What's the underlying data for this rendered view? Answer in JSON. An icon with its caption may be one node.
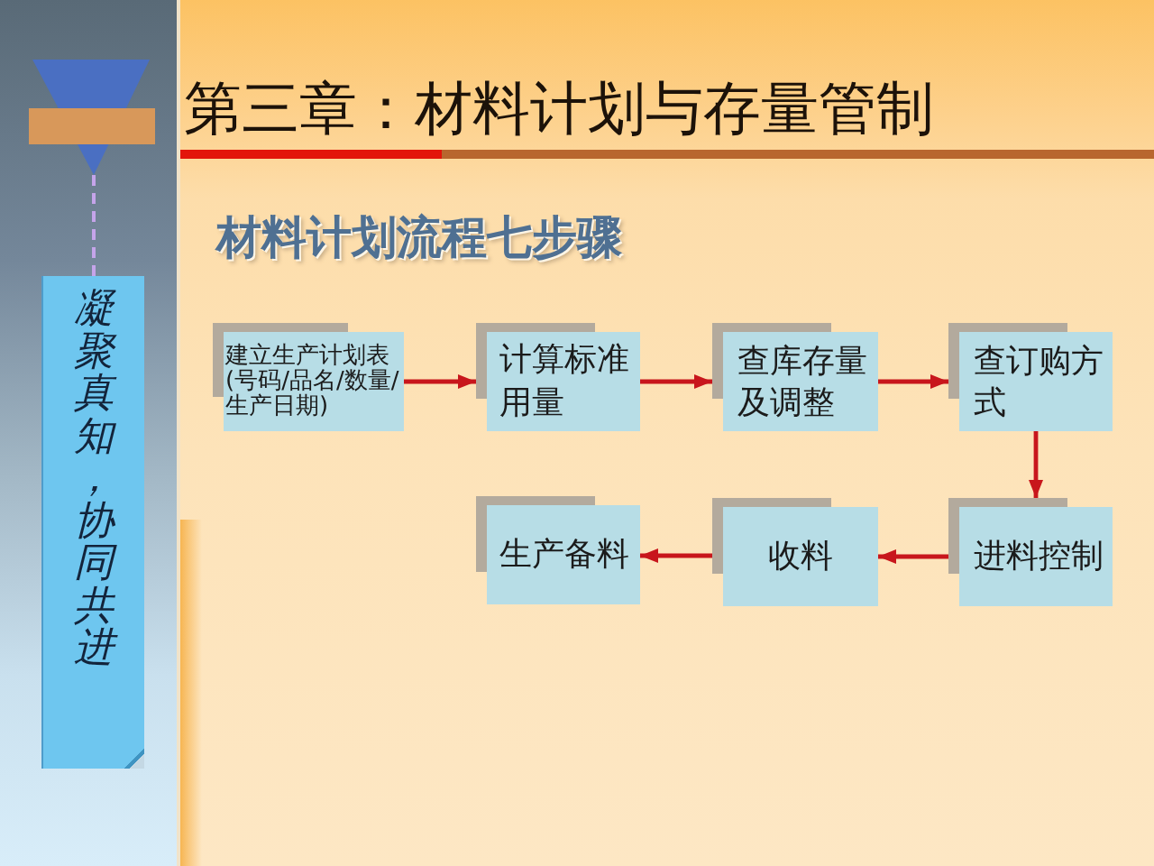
{
  "diagram": {
    "title": "第三章：材料计划与存量管制",
    "nodes": [
      {
        "text": [
          "凝聚真知，协同共进"
        ]
      },
      {
        "text": [
          "建立生产计划表(号码/品名/数量/生产日期)"
        ]
      },
      {
        "text": [
          "计算标准用量"
        ]
      },
      {
        "text": [
          "查库存量及调整"
        ]
      },
      {
        "text": [
          "查订购方式"
        ]
      },
      {
        "text": [
          "进料控制"
        ]
      },
      {
        "text": [
          "收料"
        ]
      },
      {
        "text": [
          "生产备料"
        ]
      }
    ],
    "edges": [
      {
        "from": 1,
        "to": 2,
        "arrow": "to"
      },
      {
        "from": 2,
        "to": 3,
        "arrow": "to"
      },
      {
        "from": 3,
        "to": 4,
        "arrow": "to"
      },
      {
        "from": 4,
        "to": 5,
        "arrow": "to"
      },
      {
        "from": 5,
        "to": 6,
        "arrow": "to"
      },
      {
        "from": 6,
        "to": 7,
        "arrow": "to"
      }
    ],
    "labels": [
      "材料计划流程七步骤"
    ]
  }
}
